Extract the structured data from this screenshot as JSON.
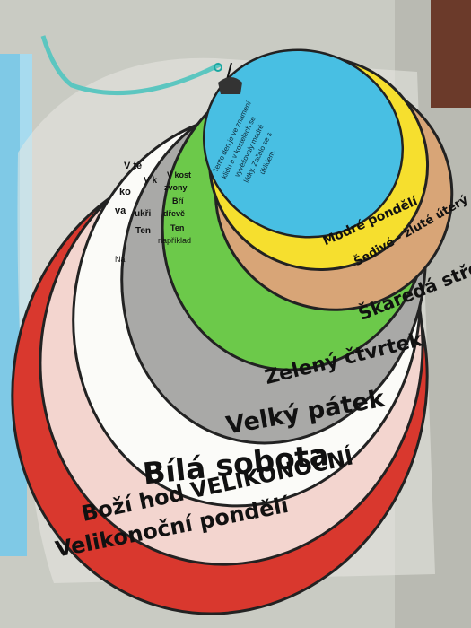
{
  "layers": {
    "red": {
      "label": "Velikonoční pondělí",
      "color": "#d9382e"
    },
    "pink": {
      "label": "Boží hod VELIKONOČNÍ",
      "color": "#f3d5cf"
    },
    "white": {
      "label": "Bílá sobota",
      "color": "#fbfbf8"
    },
    "gray": {
      "label": "Velký pátek",
      "color": "#a9a9a7"
    },
    "green": {
      "label": "Zelený čtvrtek",
      "color": "#6cc94a"
    },
    "brown": {
      "label": "Škaredá středa",
      "color": "#d8a577"
    },
    "yellow": {
      "label": "Šedivé - žluté úterý",
      "color": "#f6df2e"
    },
    "blue": {
      "label": "Modré pondělí",
      "color": "#48bfe3"
    }
  },
  "blue_card_text": [
    "Tento den je ve znamení",
    "klidu a v kostelech se",
    "vyvěšovaly modré",
    "látky. Začalo se s",
    "úklidem."
  ],
  "white_card_partial": [
    "V te",
    "ko",
    "va"
  ],
  "gray_card_partial": [
    "V k",
    "ukři",
    "Ten",
    "Na"
  ],
  "green_card_partial": [
    "V kost",
    "zvony",
    "Bří",
    "dřevě",
    "Ten",
    "například"
  ],
  "colors": {
    "background_wall": "#cfd0c8",
    "ribbon": "#5cc6c0"
  }
}
